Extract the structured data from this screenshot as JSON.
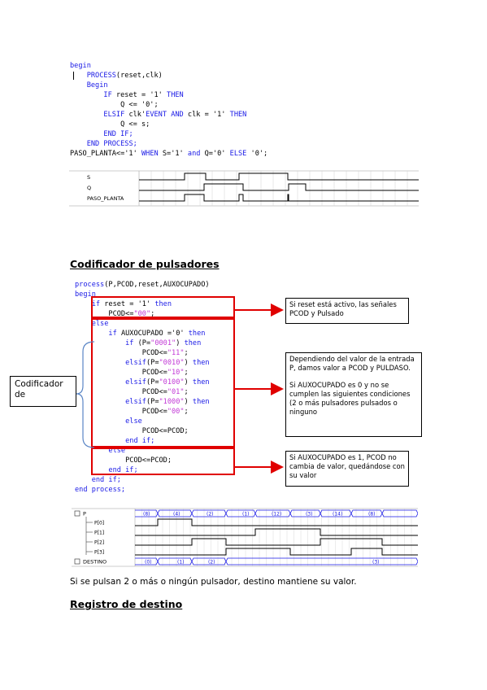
{
  "code1": {
    "lines": [
      [
        {
          "t": "begin",
          "c": "kw"
        }
      ],
      [
        {
          "t": "    ",
          "c": "plain"
        },
        {
          "t": "PROCESS",
          "c": "kw"
        },
        {
          "t": "(reset,clk)",
          "c": "plain"
        }
      ],
      [
        {
          "t": "    ",
          "c": "plain"
        },
        {
          "t": "Begin",
          "c": "kw"
        }
      ],
      [
        {
          "t": "        ",
          "c": "plain"
        },
        {
          "t": "IF",
          "c": "kw"
        },
        {
          "t": " reset = '1' ",
          "c": "plain"
        },
        {
          "t": "THEN",
          "c": "kw"
        }
      ],
      [
        {
          "t": "            Q <= '0';",
          "c": "plain"
        }
      ],
      [
        {
          "t": "        ",
          "c": "plain"
        },
        {
          "t": "ELSIF",
          "c": "kw"
        },
        {
          "t": " clk'",
          "c": "plain"
        },
        {
          "t": "EVENT AND",
          "c": "kw"
        },
        {
          "t": " clk = '1' ",
          "c": "plain"
        },
        {
          "t": "THEN",
          "c": "kw"
        }
      ],
      [
        {
          "t": "            Q <= s;",
          "c": "plain"
        }
      ],
      [
        {
          "t": "        ",
          "c": "plain"
        },
        {
          "t": "END IF;",
          "c": "kw"
        }
      ],
      [
        {
          "t": "    ",
          "c": "plain"
        },
        {
          "t": "END PROCESS;",
          "c": "kw"
        }
      ],
      [
        {
          "t": "PASO_PLANTA<='1' ",
          "c": "plain"
        },
        {
          "t": "WHEN",
          "c": "kw"
        },
        {
          "t": " S='1' ",
          "c": "plain"
        },
        {
          "t": "and",
          "c": "kw"
        },
        {
          "t": " Q='0' ",
          "c": "plain"
        },
        {
          "t": "ELSE",
          "c": "kw"
        },
        {
          "t": " '0';",
          "c": "plain"
        }
      ]
    ]
  },
  "wave1": {
    "signals": [
      {
        "name": "S",
        "transitions": [
          56,
          82,
          123,
          183
        ]
      },
      {
        "name": "Q",
        "transitions": [
          80,
          128,
          184,
          205
        ]
      },
      {
        "name": "PASO_PLANTA",
        "transitions": [
          56,
          80,
          123,
          128,
          183,
          184
        ]
      }
    ]
  },
  "section1_heading": "Codificador de pulsadores",
  "code2": {
    "lines": [
      [
        {
          "t": "process",
          "c": "kw"
        },
        {
          "t": "(P,PCOD,reset,AUXOCUPADO)",
          "c": "plain"
        }
      ],
      [
        {
          "t": "begin",
          "c": "kw"
        }
      ],
      [
        {
          "t": "    ",
          "c": "plain"
        },
        {
          "t": "if",
          "c": "kw"
        },
        {
          "t": " reset = '1' ",
          "c": "plain"
        },
        {
          "t": "then",
          "c": "kw"
        }
      ],
      [
        {
          "t": "        PCOD<=",
          "c": "plain"
        },
        {
          "t": "\"00\"",
          "c": "str"
        },
        {
          "t": ";",
          "c": "plain"
        }
      ],
      [
        {
          "t": "    ",
          "c": "plain"
        },
        {
          "t": "else",
          "c": "kw"
        }
      ],
      [
        {
          "t": "        ",
          "c": "plain"
        },
        {
          "t": "if",
          "c": "kw"
        },
        {
          "t": " AUXOCUPADO ='0' ",
          "c": "plain"
        },
        {
          "t": "then",
          "c": "kw"
        }
      ],
      [
        {
          "t": "            ",
          "c": "plain"
        },
        {
          "t": "if",
          "c": "kw"
        },
        {
          "t": " (P=",
          "c": "plain"
        },
        {
          "t": "\"0001\"",
          "c": "str"
        },
        {
          "t": ") ",
          "c": "plain"
        },
        {
          "t": "then",
          "c": "kw"
        }
      ],
      [
        {
          "t": "                PCOD<=",
          "c": "plain"
        },
        {
          "t": "\"11\"",
          "c": "str"
        },
        {
          "t": ";",
          "c": "plain"
        }
      ],
      [
        {
          "t": "            ",
          "c": "plain"
        },
        {
          "t": "elsif",
          "c": "kw"
        },
        {
          "t": "(P=",
          "c": "plain"
        },
        {
          "t": "\"0010\"",
          "c": "str"
        },
        {
          "t": ") ",
          "c": "plain"
        },
        {
          "t": "then",
          "c": "kw"
        }
      ],
      [
        {
          "t": "                PCOD<=",
          "c": "plain"
        },
        {
          "t": "\"10\"",
          "c": "str"
        },
        {
          "t": ";",
          "c": "plain"
        }
      ],
      [
        {
          "t": "            ",
          "c": "plain"
        },
        {
          "t": "elsif",
          "c": "kw"
        },
        {
          "t": "(P=",
          "c": "plain"
        },
        {
          "t": "\"0100\"",
          "c": "str"
        },
        {
          "t": ") ",
          "c": "plain"
        },
        {
          "t": "then",
          "c": "kw"
        }
      ],
      [
        {
          "t": "                PCOD<=",
          "c": "plain"
        },
        {
          "t": "\"01\"",
          "c": "str"
        },
        {
          "t": ";",
          "c": "plain"
        }
      ],
      [
        {
          "t": "            ",
          "c": "plain"
        },
        {
          "t": "elsif",
          "c": "kw"
        },
        {
          "t": "(P=",
          "c": "plain"
        },
        {
          "t": "\"1000\"",
          "c": "str"
        },
        {
          "t": ") ",
          "c": "plain"
        },
        {
          "t": "then",
          "c": "kw"
        }
      ],
      [
        {
          "t": "                PCOD<=",
          "c": "plain"
        },
        {
          "t": "\"00\"",
          "c": "str"
        },
        {
          "t": ";",
          "c": "plain"
        }
      ],
      [
        {
          "t": "            ",
          "c": "plain"
        },
        {
          "t": "else",
          "c": "kw"
        }
      ],
      [
        {
          "t": "                PCOD<=PCOD;",
          "c": "plain"
        }
      ],
      [
        {
          "t": "            ",
          "c": "plain"
        },
        {
          "t": "end if;",
          "c": "kw"
        }
      ],
      [
        {
          "t": "        ",
          "c": "plain"
        },
        {
          "t": "else",
          "c": "kw"
        }
      ],
      [
        {
          "t": "            PCOD<=PCOD;",
          "c": "plain"
        }
      ],
      [
        {
          "t": "        ",
          "c": "plain"
        },
        {
          "t": "end if;",
          "c": "kw"
        }
      ],
      [
        {
          "t": "    ",
          "c": "plain"
        },
        {
          "t": "end if;",
          "c": "kw"
        }
      ],
      [
        {
          "t": "end process;",
          "c": "kw"
        }
      ]
    ]
  },
  "side_label": "Codificador de",
  "note1": "Si reset está activo, las señales PCOD y Pulsado",
  "note2": {
    "p1": "Dependiendo del valor de la entrada P, damos valor a PCOD y PULDASO.",
    "p2": "Si AUXOCUPADO es 0 y no se cumplen las siguientes condiciones (2 o más pulsadores pulsados o ninguno"
  },
  "note3": "Si AUXOCUPADO es 1, PCOD no cambia de valor, quedándose con su valor",
  "wave2": {
    "bus_p": {
      "name": "P",
      "values": [
        "(8)",
        "(4)",
        "(2)",
        "(1)",
        "(12)",
        "(3)",
        "(14)",
        "(8)"
      ],
      "label_offsets": [
        10,
        47,
        88,
        132,
        168,
        210,
        243,
        287
      ],
      "separators": [
        28,
        70,
        112,
        148,
        191,
        228,
        266,
        304
      ]
    },
    "bits": [
      {
        "name": "P[0]",
        "segments": [
          [
            28,
            70,
            1
          ]
        ]
      },
      {
        "name": "P[1]",
        "segments": [
          [
            148,
            228,
            1
          ]
        ]
      },
      {
        "name": "P[2]",
        "segments": [
          [
            70,
            112,
            1
          ],
          [
            228,
            304,
            1
          ]
        ]
      },
      {
        "name": "P[3]",
        "segments": [
          [
            112,
            191,
            1
          ],
          [
            266,
            304,
            1
          ]
        ]
      }
    ],
    "bus_destino": {
      "name": "DESTINO",
      "values": [
        "(0)",
        "(1)",
        "(2)",
        "(3)"
      ],
      "label_offsets": [
        12,
        52,
        90,
        292
      ],
      "separators": [
        28,
        70,
        112
      ]
    }
  },
  "para1": "Si se pulsan 2 o más o ningún pulsador, destino mantiene su valor.",
  "section2_heading": "Registro de destino"
}
